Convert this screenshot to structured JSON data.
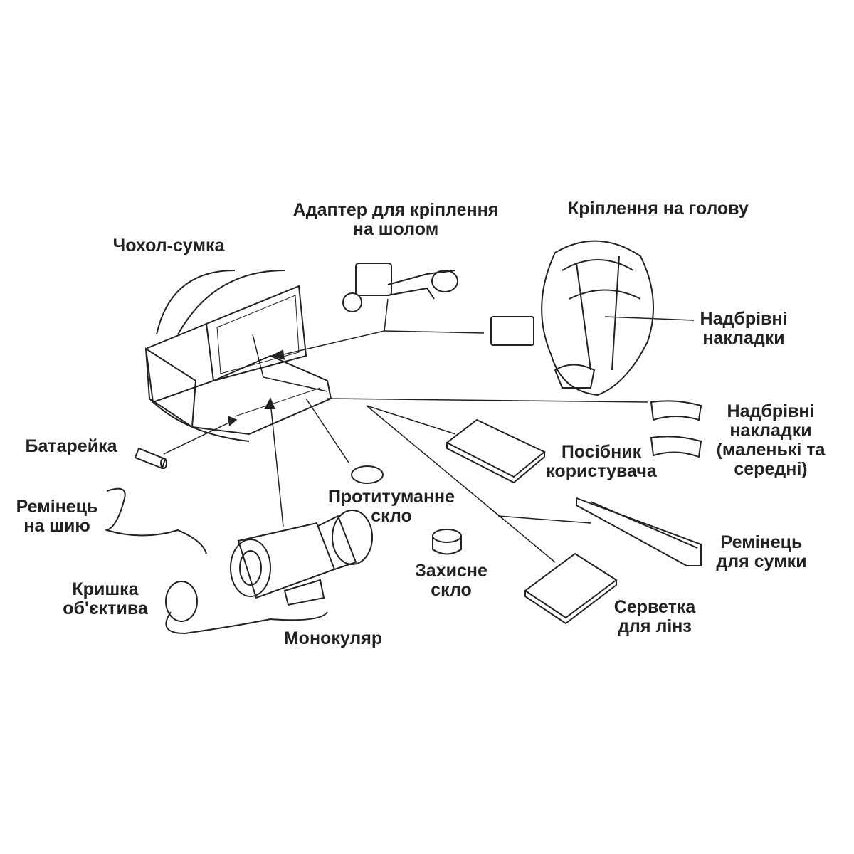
{
  "labels": {
    "adapter": [
      "Адаптер для кріплення",
      "на шолом"
    ],
    "head_mount": [
      "Кріплення на голову"
    ],
    "case": [
      "Чохол-сумка"
    ],
    "brow_pads": [
      "Надбрівні",
      "накладки"
    ],
    "brow_pads_small": [
      "Надбрівні",
      "накладки",
      "(маленькі та",
      "середні)"
    ],
    "battery": [
      "Батарейка"
    ],
    "manual": [
      "Посібник",
      "користувача"
    ],
    "antifog": [
      "Протитуманне",
      "скло"
    ],
    "neck_strap": [
      "Ремінець",
      "на шию"
    ],
    "bag_strap": [
      "Ремінець",
      "для сумки"
    ],
    "protective_glass": [
      "Захисне",
      "скло"
    ],
    "lens_cap": [
      "Кришка",
      "об'єктива"
    ],
    "lens_tissue": [
      "Серветка",
      "для лінз"
    ],
    "monocular": [
      "Монокуляр"
    ]
  }
}
